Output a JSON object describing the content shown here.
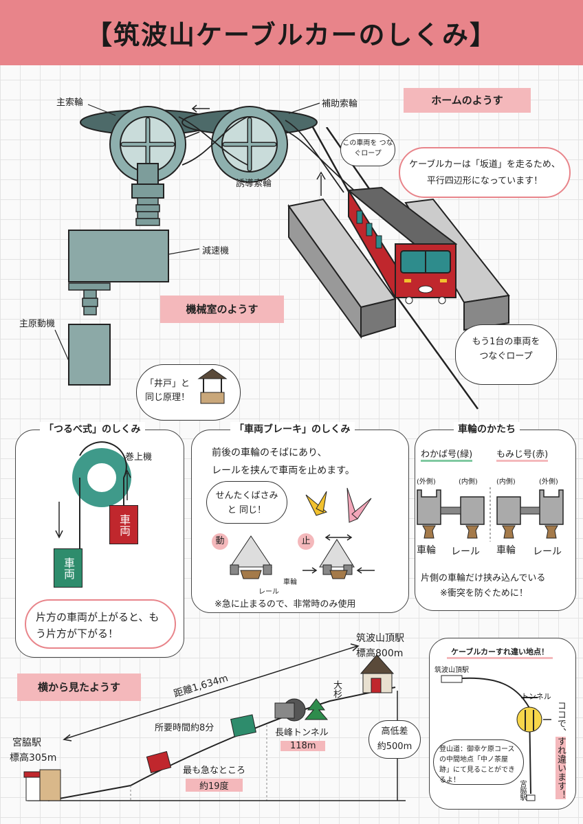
{
  "title": "【筑波山ケーブルカーのしくみ】",
  "home": {
    "tape": "ホームのようす",
    "bubble": "ケーブルカーは「坂道」を走るため、平行四辺形になっています！",
    "rope_bubble": "この車両を つなぐロープ",
    "other_bubble": "もう1台の車両を つなぐロープ"
  },
  "machine": {
    "tape": "機械室のようす",
    "main_sheave": "主索輪",
    "aux_sheave": "補助索輪",
    "guide_sheave": "誘導索輪",
    "reducer": "減速機",
    "motor": "主原動機",
    "well_bubble": "「井戸」と 同じ原理！"
  },
  "tsurube": {
    "title": "「つるべ式」のしくみ",
    "winch": "巻上機",
    "car": "車両",
    "bubble": "片方の車両が上がると、もう片方が下がる！"
  },
  "brake": {
    "title": "「車両ブレーキ」のしくみ",
    "desc1": "前後の車輪のそばにあり、",
    "desc2": "レールを挟んで車両を止めます。",
    "bubble": "せんたくばさみと 同じ！",
    "move": "動",
    "stop": "止",
    "wheel": "車輪",
    "rail": "レール",
    "note": "※急に止まるので、非常時のみ使用"
  },
  "wheels": {
    "title": "車輪のかたち",
    "wakaba": "わかば号(緑)",
    "momiji": "もみじ号(赤)",
    "outer": "(外側)",
    "inner": "(内側)",
    "wheel": "車輪",
    "rail": "レール",
    "note1": "片側の車輪だけ挟み込んでいる",
    "note2": "※衝突を防ぐために！"
  },
  "side": {
    "tape": "横から見たようす",
    "top_station": "筑波山頂駅",
    "top_elev": "標高800m",
    "bottom_station": "宮脇駅",
    "bottom_elev": "標高305m",
    "distance": "距離1,634m",
    "time": "所要時間約8分",
    "steepest1": "最も急なところ",
    "steepest2": "約19度",
    "tunnel": "長峰トンネル",
    "tunnel_len": "118m",
    "tree": "大杉",
    "height1": "高低差",
    "height2": "約500m"
  },
  "passing": {
    "title": "ケーブルカーすれ違い地点！",
    "top": "筑波山頂駅",
    "tunnel": "トンネル",
    "vertical1": "ココで、",
    "vertical2": "すれ違います！",
    "bottom": "宮脇駅",
    "bubble": "登山道：御幸ケ原コースの中間地点「中ノ茶屋跡」にて見ることができるよ！"
  }
}
